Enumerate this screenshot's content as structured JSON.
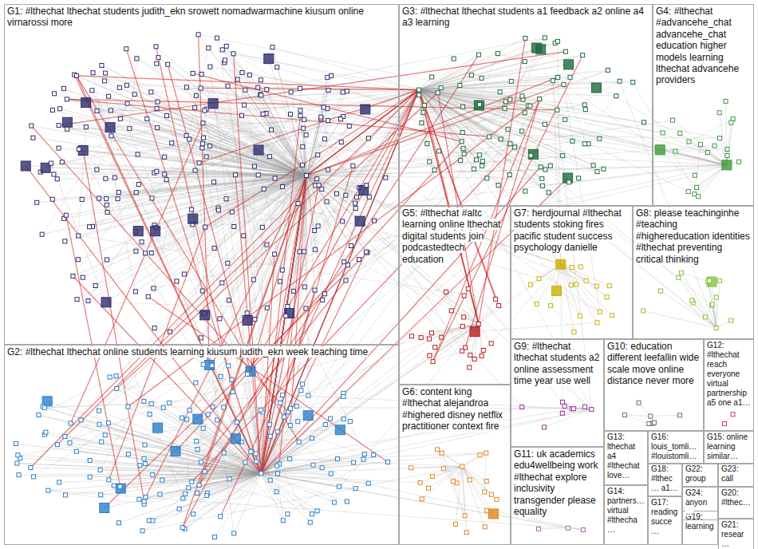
{
  "diagram": {
    "nodes": [
      {
        "text": [
          "G1: #lthechat lthechat students judith_ekn srowett nomadwarmachine kiusum online virnarossi more"
        ]
      },
      {
        "text": [
          "G2: #lthechat lthechat online students learning kiusum judith_ekn week teaching time"
        ]
      },
      {
        "text": [
          "G3: #lthechat lthechat students a1 feedback a2 online a4 a3 learning"
        ]
      },
      {
        "text": [
          "G4: #lthechat #advancehe_chat advancehe_chat education higher models learning lthechat advancehe providers"
        ]
      },
      {
        "text": [
          "G5: #lthechat #altc learning online lthechat digital students join podcastedtech education"
        ]
      },
      {
        "text": [
          "G6: content king #lthechat alejandroa #highered disney netflix practitioner context fire"
        ]
      },
      {
        "text": [
          "G7: herdjournal #lthechat students stoking fires pacific student success psychology danielle"
        ]
      },
      {
        "text": [
          "G8: please teachinginhe #teaching #highereducation identities #lthechat preventing critical thinking"
        ]
      },
      {
        "text": [
          "G9: #lthechat lthechat students a2 online assessment time year use well"
        ]
      },
      {
        "text": [
          "G10: education different leefallin wide scale move online distance never more"
        ]
      },
      {
        "text": [
          "G11: uk academics edu4wellbeing work #lthechat explore inclusivity transgender please equality"
        ]
      },
      {
        "text": [
          "G12: #lthechat reach everyone virtual partnership a5 one a1…"
        ]
      },
      {
        "text": [
          "G13: lthechat a4 #lthechat love…"
        ]
      },
      {
        "text": [
          "G14: partners… virtual #lthecha…"
        ]
      },
      {
        "text": [
          "G15: online learning similar…"
        ]
      },
      {
        "text": [
          "G16: louis_tomli… #louistomli…"
        ]
      },
      {
        "text": [
          "G17: reading succe…"
        ]
      },
      {
        "text": [
          "G18: #lthec… a1…"
        ]
      },
      {
        "text": [
          "G19: learning"
        ]
      },
      {
        "text": [
          "G20: #lthec…"
        ]
      },
      {
        "text": [
          "G21: resear…"
        ]
      },
      {
        "text": [
          "G22: group"
        ]
      },
      {
        "text": [
          "G23: call"
        ]
      },
      {
        "text": [
          "G24: anyon…"
        ]
      }
    ]
  }
}
